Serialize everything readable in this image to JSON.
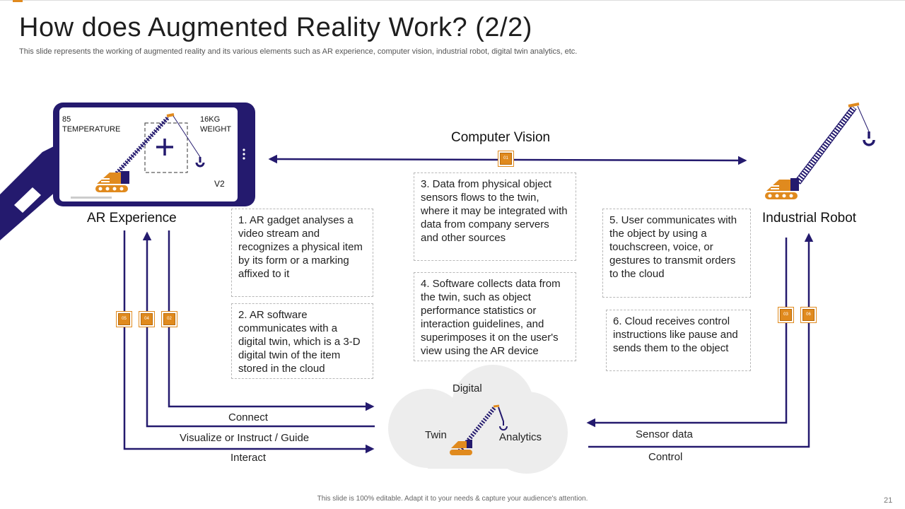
{
  "slide": {
    "title": "How does Augmented Reality Work? (2/2)",
    "subtitle": "This slide represents the working of augmented reality and its various elements such as AR experience, computer vision, industrial robot, digital twin analytics, etc.",
    "footer": "This slide is 100% editable.  Adapt it to your needs & capture your audience's attention.",
    "page_number": "21"
  },
  "phone": {
    "temp_value": "85",
    "temp_label": "TEMPERATURE",
    "weight_value": "16KG",
    "weight_label": "WEIGHT",
    "version": "V2"
  },
  "nodes": {
    "ar_experience": "AR Experience",
    "computer_vision": "Computer Vision",
    "industrial_robot": "Industrial Robot",
    "cloud_digital": "Digital",
    "cloud_twin": "Twin",
    "cloud_analytics": "Analytics"
  },
  "steps": [
    {
      "badge": "01",
      "text": "1. AR gadget analyses a video stream and recognizes a physical item by its form or a marking affixed to it"
    },
    {
      "badge": "02",
      "text": "2. AR software communicates with a digital twin, which is a 3-D digital twin of the item stored in the cloud"
    },
    {
      "badge": "03",
      "text": "3. Data from physical object sensors flows to the twin, where it may be integrated with data from company servers and other sources"
    },
    {
      "badge": "04",
      "text": "4. Software collects data from the twin, such as object performance statistics or interaction guidelines, and superimposes it on the user's view using the AR device"
    },
    {
      "badge": "05",
      "text": "5. User communicates with the object by using a touchscreen, voice, or gestures to transmit orders to the cloud"
    },
    {
      "badge": "06",
      "text": "6. Cloud receives control instructions like pause and sends them to the object"
    }
  ],
  "flows": {
    "connect": "Connect",
    "visualize": "Visualize or Instruct  / Guide",
    "interact": "Interact",
    "sensor_data": "Sensor data",
    "control": "Control"
  },
  "colors": {
    "navy": "#241a6e",
    "orange": "#e08a1e",
    "cloud": "#ededed"
  }
}
